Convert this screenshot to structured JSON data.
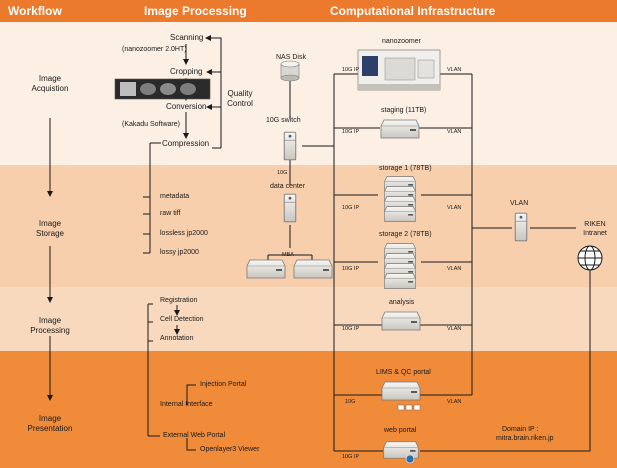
{
  "headers": {
    "workflow": "Workflow",
    "image_processing": "Image Processing",
    "infrastructure": "Computational Infrastructure"
  },
  "workflow": {
    "acquisition_line1": "Image",
    "acquisition_line2": "Acquistion",
    "storage_line1": "Image",
    "storage_line2": "Storage",
    "processing_line1": "Image",
    "processing_line2": "Processing",
    "presentation_line1": "Image",
    "presentation_line2": "Presentation"
  },
  "processing": {
    "scanning": "Scanning",
    "nanozoomer_model": "(nanozoomer 2.0HT)",
    "cropping": "Cropping",
    "conversion": "Conversion",
    "kakadu": "(Kakadu Software)",
    "compression": "Compression",
    "quality_control_line1": "Quality",
    "quality_control_line2": "Control",
    "metadata": "metadata",
    "raw_tiff": "raw tiff",
    "lossless": "lossless jp2000",
    "lossy": "lossy jp2000",
    "registration": "Registration",
    "cell_detection": "Cell Detection",
    "annotation": "Annotation",
    "injection_portal": "Injection Portal",
    "internal_interface": "Internal Interface",
    "external_portal": "External Web Portal",
    "openlayer_viewer": "Openlayer3 Viewer"
  },
  "infra": {
    "nas_disk": "NAS Disk",
    "switch": "10G switch",
    "data_center": "data center",
    "mba": "MBA",
    "nanozoomer": "nanozoomer",
    "staging": "staging (11TB)",
    "storage1": "storage 1 (78TB)",
    "storage2": "storage 2 (78TB)",
    "analysis": "analysis",
    "lims": "LIMS & QC portal",
    "web_portal": "web portal",
    "vlan": "VLAN",
    "riken_line1": "RIKEN",
    "riken_line2": "Intranet",
    "domain_ip": "Domain IP :",
    "domain": "mitra.brain.riken.jp"
  },
  "links": {
    "ip_10g": "10G IP",
    "g10": "10G",
    "vlan": "VLAN"
  },
  "colors": {
    "header_bar": "#ec7a2c",
    "band_acquisition": "#fcefe3",
    "band_storage": "#f7cfad",
    "band_processing": "#f8d9bd",
    "band_presentation": "#f08b3a",
    "line": "#1a1a1a",
    "server_body": "#eceae6",
    "server_edge": "#7a7a7a"
  },
  "icons": [
    "server-icon",
    "tower-server-icon",
    "disk-icon",
    "nanozoomer-scanner-icon",
    "globe-icon",
    "slide-image-icon",
    "arrow-icon"
  ]
}
